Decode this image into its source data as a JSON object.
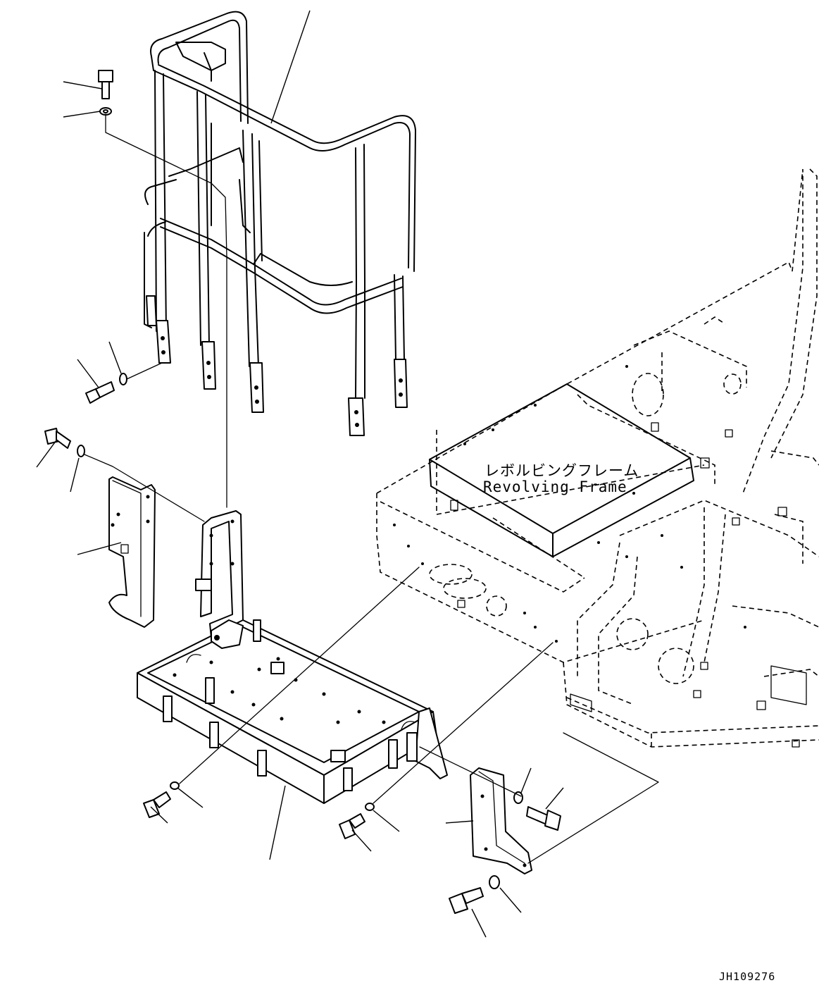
{
  "callout": {
    "frame_jp": "レボルビングフレーム",
    "frame_en": "Revolving Frame"
  },
  "drawing_number": "JH109276"
}
